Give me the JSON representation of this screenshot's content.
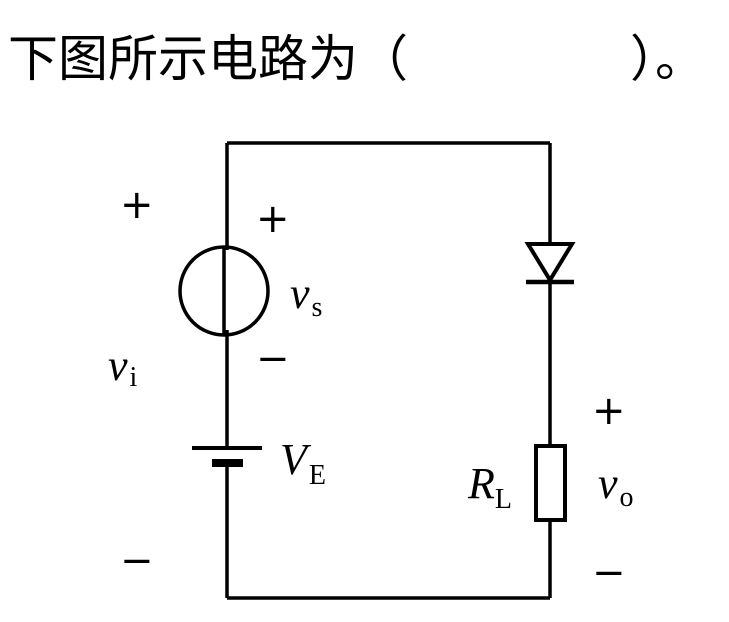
{
  "question": {
    "prefix": "下图所示电路为（",
    "suffix": "）。"
  },
  "labels": {
    "plus_vi": "+",
    "minus_vi": "−",
    "plus_vs": "+",
    "minus_vs": "−",
    "plus_vo": "+",
    "minus_vo": "−",
    "vi": {
      "main": "v",
      "sub": "i"
    },
    "vs": {
      "main": "v",
      "sub": "s"
    },
    "VE": {
      "main": "V",
      "sub": "E"
    },
    "RL": {
      "main": "R",
      "sub": "L"
    },
    "vo": {
      "main": "v",
      "sub": "o"
    }
  }
}
